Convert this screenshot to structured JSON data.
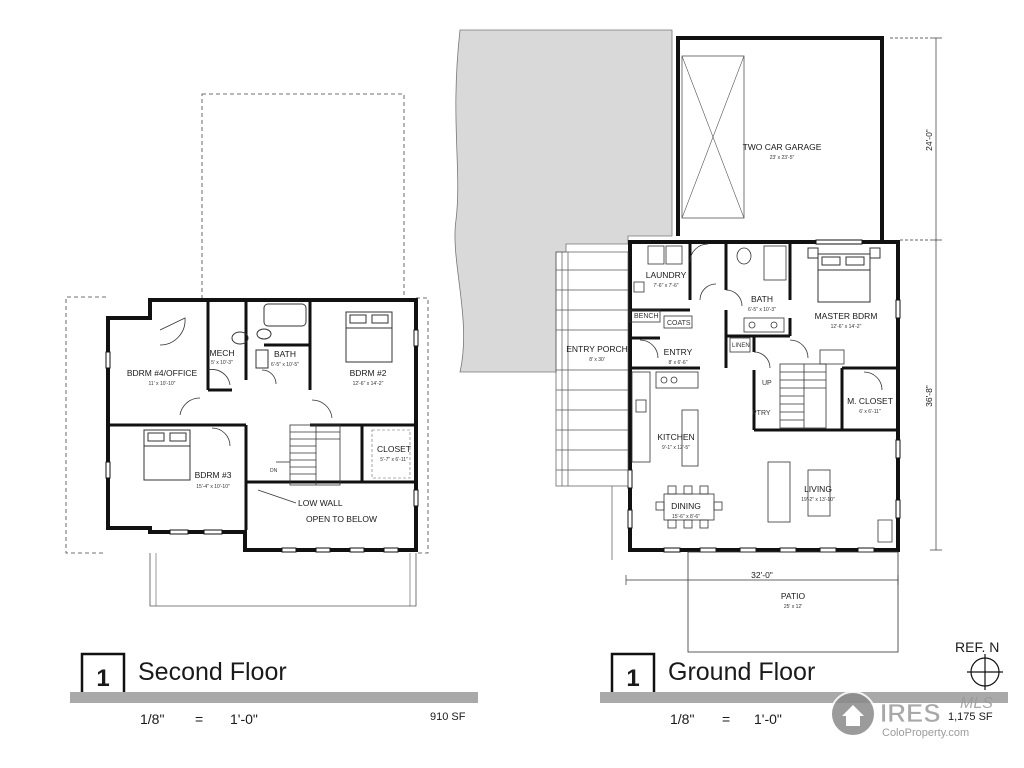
{
  "second_floor": {
    "title_number": "1",
    "title": "Second Floor",
    "scale_left": "1/8\"",
    "scale_eq": "=",
    "scale_right": "1'-0\"",
    "area": "910 SF",
    "rooms": {
      "bdrm4_name": "BDRM #4/OFFICE",
      "bdrm4_dim": "11' x 10'-10\"",
      "mech_name": "MECH",
      "mech_dim": "5' x 10'-3\"",
      "bath_name": "BATH",
      "bath_dim": "6'-5\" x 10'-5\"",
      "bdrm2_name": "BDRM #2",
      "bdrm2_dim": "12'-6\" x 14'-2\"",
      "bdrm3_name": "BDRM #3",
      "bdrm3_dim": "15'-4\" x 10'-10\"",
      "closet_name": "CLOSET",
      "closet_dim": "5'-7\" x 6'-11\"",
      "dn": "DN",
      "low_wall": "LOW WALL",
      "open_below": "OPEN TO BELOW"
    }
  },
  "ground_floor": {
    "title_number": "1",
    "title": "Ground Floor",
    "scale_left": "1/8\"",
    "scale_eq": "=",
    "scale_right": "1'-0\"",
    "area": "1,175 SF",
    "rooms": {
      "garage_name": "TWO CAR GARAGE",
      "garage_dim": "23' x 23'-5\"",
      "laundry_name": "LAUNDRY",
      "laundry_dim": "7'-6\" x 7'-6\"",
      "bath_name": "BATH",
      "bath_dim": "6'-5\" x 10'-3\"",
      "master_name": "MASTER BDRM",
      "master_dim": "12'-6\" x 14'-2\"",
      "bench": "BENCH",
      "coats": "COATS",
      "linen": "LINEN",
      "porch_name": "ENTRY PORCH",
      "porch_dim": "8' x 30'",
      "entry_name": "ENTRY",
      "entry_dim": "8' x 6'-6\"",
      "up": "UP",
      "pantry": "PTRY",
      "mcloset_name": "M. CLOSET",
      "mcloset_dim": "6' x 6'-11\"",
      "kitchen_name": "KITCHEN",
      "kitchen_dim": "9'-1\" x 12'-5\"",
      "living_name": "LIVING",
      "living_dim": "19'-2\" x 13'-10\"",
      "dining_name": "DINING",
      "dining_dim": "15'-6\" x 8'-6\"",
      "patio_name": "PATIO",
      "patio_dim": "25' x 12'",
      "dim_width": "32'-0\"",
      "dim_garage": "24'-0\"",
      "dim_house": "36'-8\""
    },
    "ref_label": "REF. N"
  },
  "watermark": {
    "brand": "IRES",
    "mls": "MLS",
    "site": "ColoProperty.com"
  }
}
